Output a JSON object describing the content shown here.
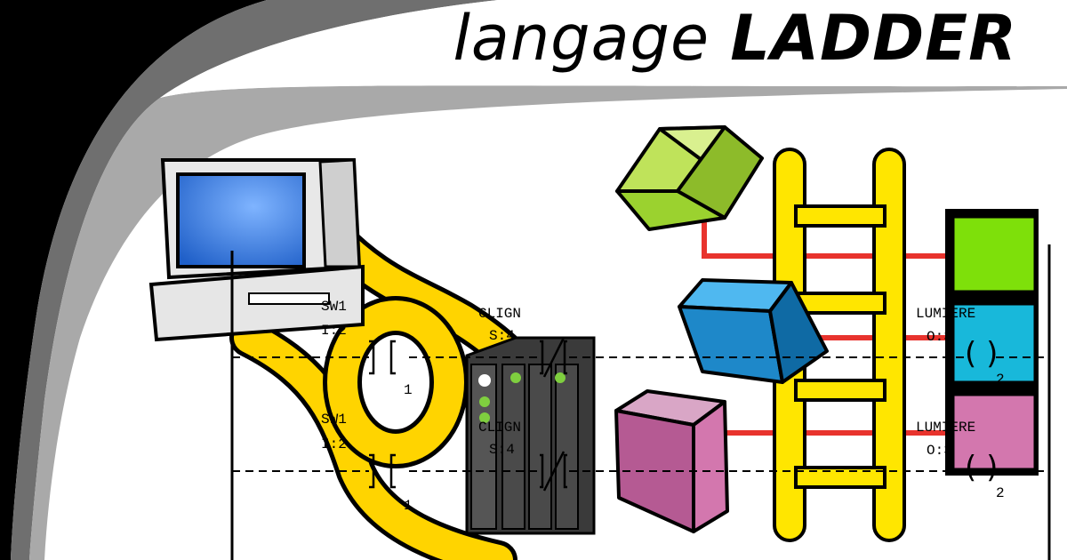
{
  "header": {
    "title_part1": "langage",
    "title_part2": "LADDER"
  },
  "rungs": [
    {
      "contact1": {
        "name": "SW1",
        "address": "I:2",
        "bit": "1"
      },
      "contact2": {
        "name": "CLIGN",
        "address": "S:4"
      },
      "output": {
        "name": "LUMIERE",
        "address": "O:3",
        "bit": "2"
      }
    },
    {
      "contact1": {
        "name": "SW1",
        "address": "I:2",
        "bit": "1"
      },
      "contact2": {
        "name": "CLIGN",
        "address": "S:4"
      },
      "output": {
        "name": "LUMIERE",
        "address": "O:3",
        "bit": "2"
      }
    }
  ],
  "colors": {
    "ladder_yellow": "#ffe600",
    "wire_red": "#e8332d",
    "cube_green": "#9bd22f",
    "cube_blue": "#1e88c9",
    "cube_purple": "#b55a93",
    "screen_blue": "#1f6fd6"
  }
}
